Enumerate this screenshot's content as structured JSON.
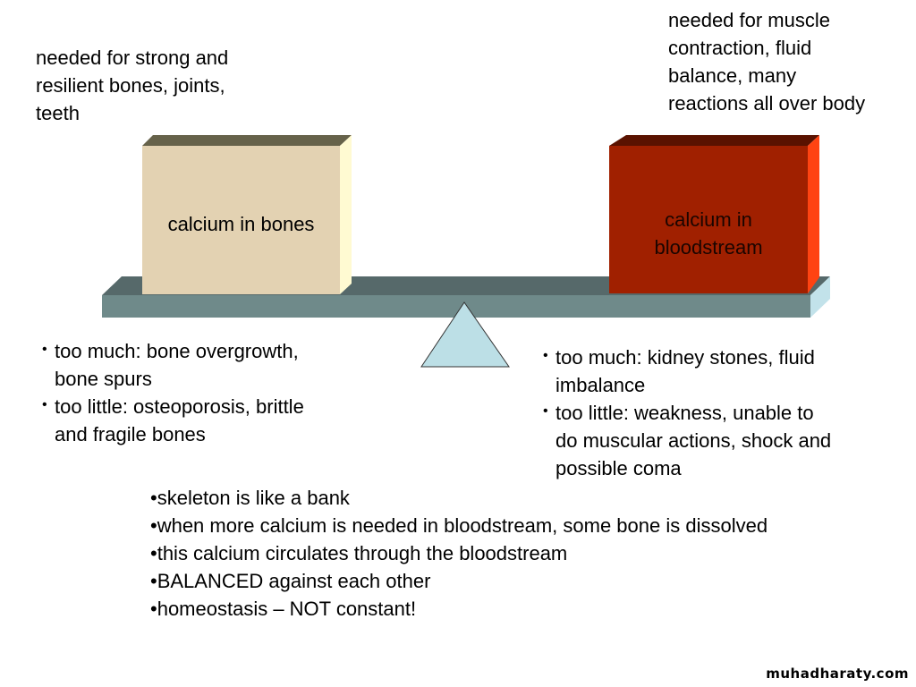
{
  "left_note": [
    "needed for strong and",
    "resilient bones, joints,",
    "teeth"
  ],
  "right_note": [
    "needed for muscle",
    "contraction, fluid",
    "balance, many",
    "reactions all over body"
  ],
  "left_box": {
    "label": "calcium in bones",
    "color": "#e3d2b2"
  },
  "right_box": {
    "label_lines": [
      "calcium in",
      "bloodstream"
    ],
    "color": "#a02000"
  },
  "left_bullets": [
    [
      "too much:  bone overgrowth,",
      "bone spurs"
    ],
    [
      "too little:  osteoporosis, brittle",
      "and fragile bones"
    ]
  ],
  "right_bullets": [
    [
      "too much:  kidney stones, fluid",
      "imbalance"
    ],
    [
      "too little:  weakness, unable to",
      "do muscular actions, shock and",
      "possible coma"
    ]
  ],
  "summary": [
    "skeleton is like a bank",
    "when more calcium is needed in bloodstream, some bone is dissolved",
    "this calcium circulates through the bloodstream",
    "BALANCED against each other",
    "homeostasis – NOT constant!"
  ],
  "watermark": "muhadharaty.com"
}
